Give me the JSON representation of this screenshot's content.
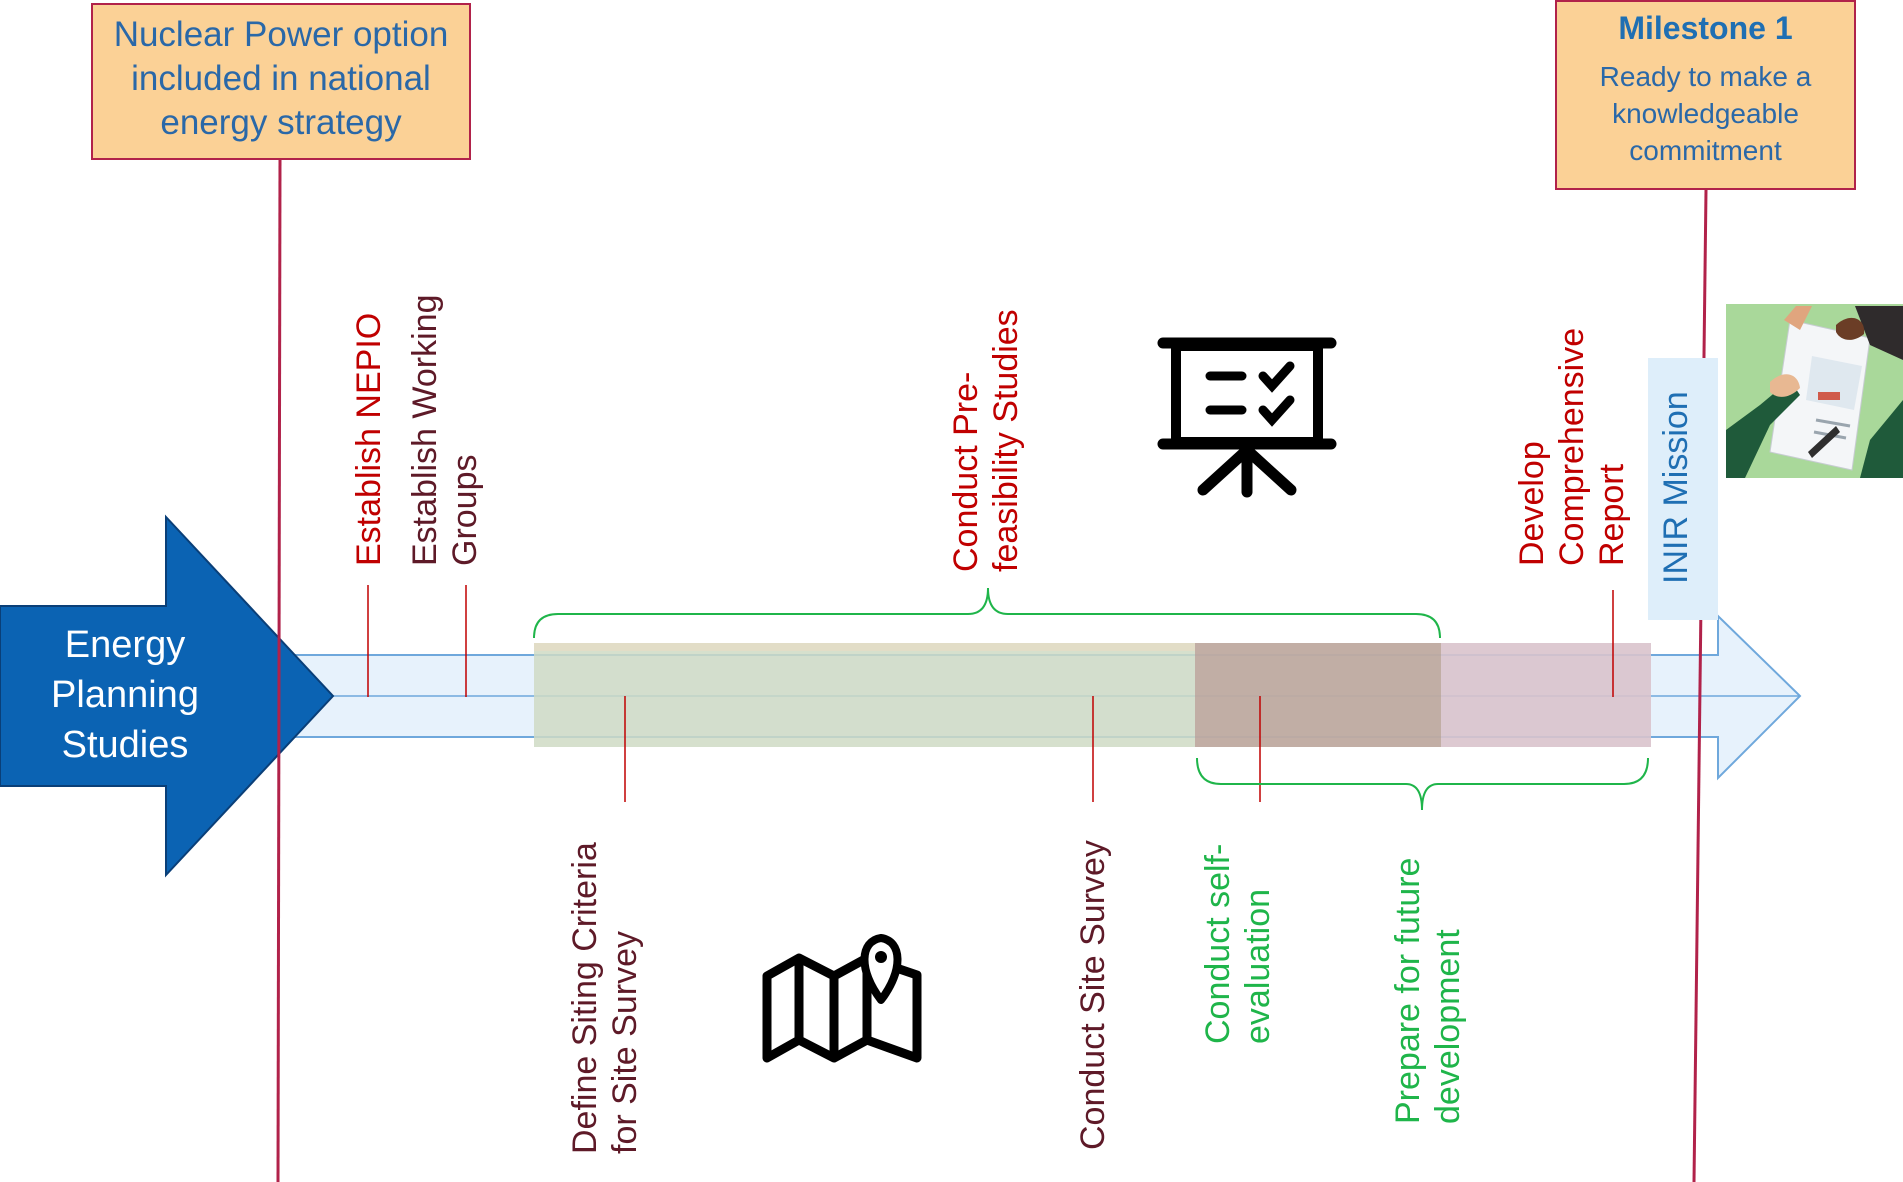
{
  "box_left": {
    "text": "Nuclear Power option\nincluded in national\nenergy strategy"
  },
  "box_right": {
    "title": "Milestone 1",
    "text": "Ready to make a\nknowledgeable\ncommitment"
  },
  "big_arrow_label": "Energy\nPlanning\nStudies",
  "labels": {
    "establish_nepio": "Establish NEPIO",
    "establish_working_groups": "Establish Working\nGroups",
    "prefeasibility": "Conduct Pre-\nfeasibility Studies",
    "comprehensive_report": "Develop\nComprehensive\nReport",
    "inir_mission": "INIR Mission",
    "siting_criteria": "Define Siting Criteria\nfor Site Survey",
    "site_survey": "Conduct Site Survey",
    "self_evaluation": "Conduct self-\nevaluation",
    "future_development": "Prepare for future\ndevelopment"
  },
  "colors": {
    "dark_red": "#c00000",
    "maroon": "#5e1a28",
    "green": "#1fb54a",
    "blue": "#1f6fb3",
    "box_fill": "#fbd196",
    "box_border": "#b1224a",
    "arrow_blue": "#0b63b3"
  },
  "icons": [
    "presentation-checklist-icon",
    "map-location-icon",
    "handshake-documents-icon"
  ]
}
